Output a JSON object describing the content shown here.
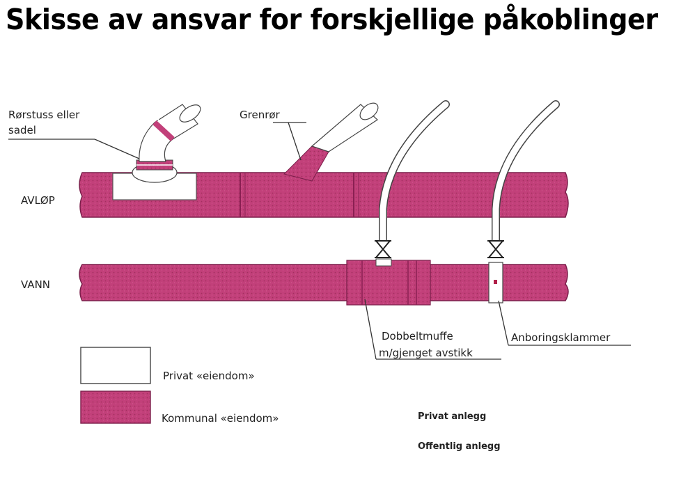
{
  "title": "Skisse av ansvar for forskjellige påkoblinger",
  "labels": {
    "rorstuss_line1": "Rørstuss eller",
    "rorstuss_line2": "sadel",
    "grenror": "Grenrør",
    "avlop": "AVLØP",
    "vann": "VANN",
    "dobbeltmuffe_line1": "Dobbeltmuffe",
    "dobbeltmuffe_line2": "m/gjenget avstikk",
    "anboringsklammer": "Anboringsklammer"
  },
  "legend": {
    "privat": "Privat «eiendom»",
    "kommunal": "Kommunal «eiendom»",
    "privat_anlegg": "Privat anlegg",
    "offentlig_anlegg": "Offentlig anlegg"
  },
  "colors": {
    "pipe_fill": "#c2407a",
    "pipe_dark": "#8a1f52",
    "private_fill": "#ffffff",
    "outline": "#3a3a3a"
  }
}
